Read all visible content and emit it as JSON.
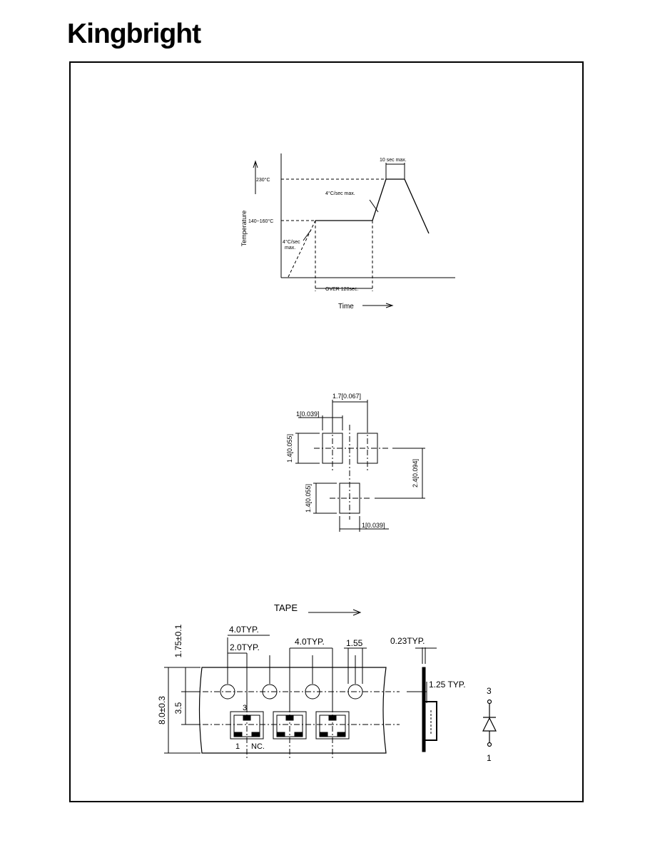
{
  "brand": {
    "logo_text": "Kingbright"
  },
  "solder_profile": {
    "y_axis_label": "Temperature",
    "x_axis_label": "Time",
    "peak_temp": "230°C",
    "preheat_temp": "140~160°C",
    "peak_time": "10  sec  max.",
    "rise_rate": "4°C/sec  max.",
    "preheat_rate_line1": "4°C/sec",
    "preheat_rate_line2": "max.",
    "preheat_time": "OVER  120sec."
  },
  "pad_layout": {
    "pitch": "1.7[0.067]",
    "pad_width_top": "1[0.039]",
    "pad_height_left": "1.4[0.055]",
    "row_spacing": "2.4[0.094]",
    "pad_height_bottom": "1.4[0.055]",
    "pad_width_bottom": "1[0.039]"
  },
  "tape": {
    "direction_label": "TAPE",
    "hole_pitch": "4.0TYP.",
    "half_pitch": "2.0TYP.",
    "pocket_pitch": "4.0TYP.",
    "hole_dia": "1.55",
    "edge_to_hole": "1.75±0.1",
    "tape_width": "8.0±0.3",
    "hole_to_pocket": "3.5",
    "thickness": "0.23TYP.",
    "pocket_depth": "1.25  TYP.",
    "pin_top": "3",
    "pin_bottom": "1",
    "nc_label": "NC."
  },
  "diode_symbol": {
    "anode": "3",
    "cathode": "1"
  }
}
